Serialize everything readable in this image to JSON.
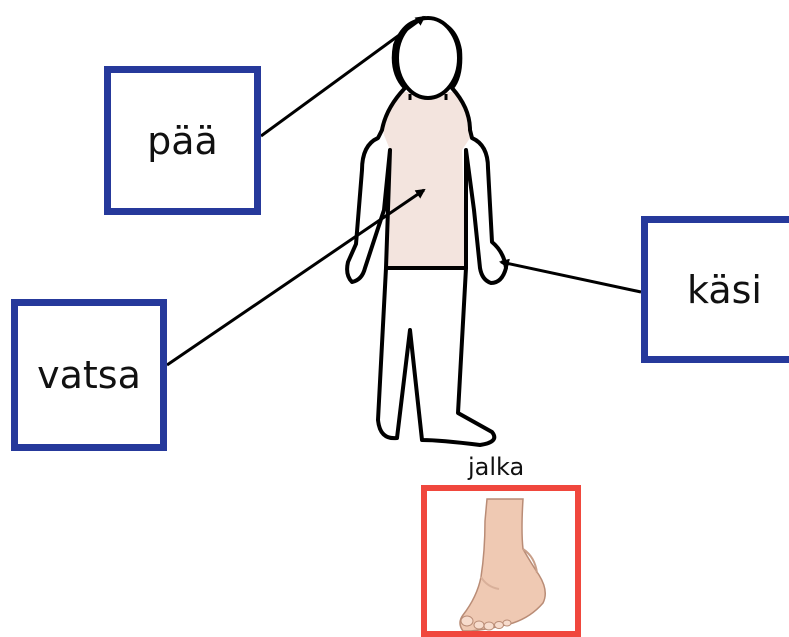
{
  "labels": {
    "head": "pää",
    "stomach": "vatsa",
    "hand": "käsi",
    "foot": "jalka"
  },
  "colors": {
    "label_border": "#26399b",
    "foot_border": "#f0473d",
    "body_fill": "#f3e4de",
    "skin": "#efc9b3"
  },
  "icons": {
    "figure": "human-body-outline-icon",
    "foot": "foot-illustration-icon"
  }
}
